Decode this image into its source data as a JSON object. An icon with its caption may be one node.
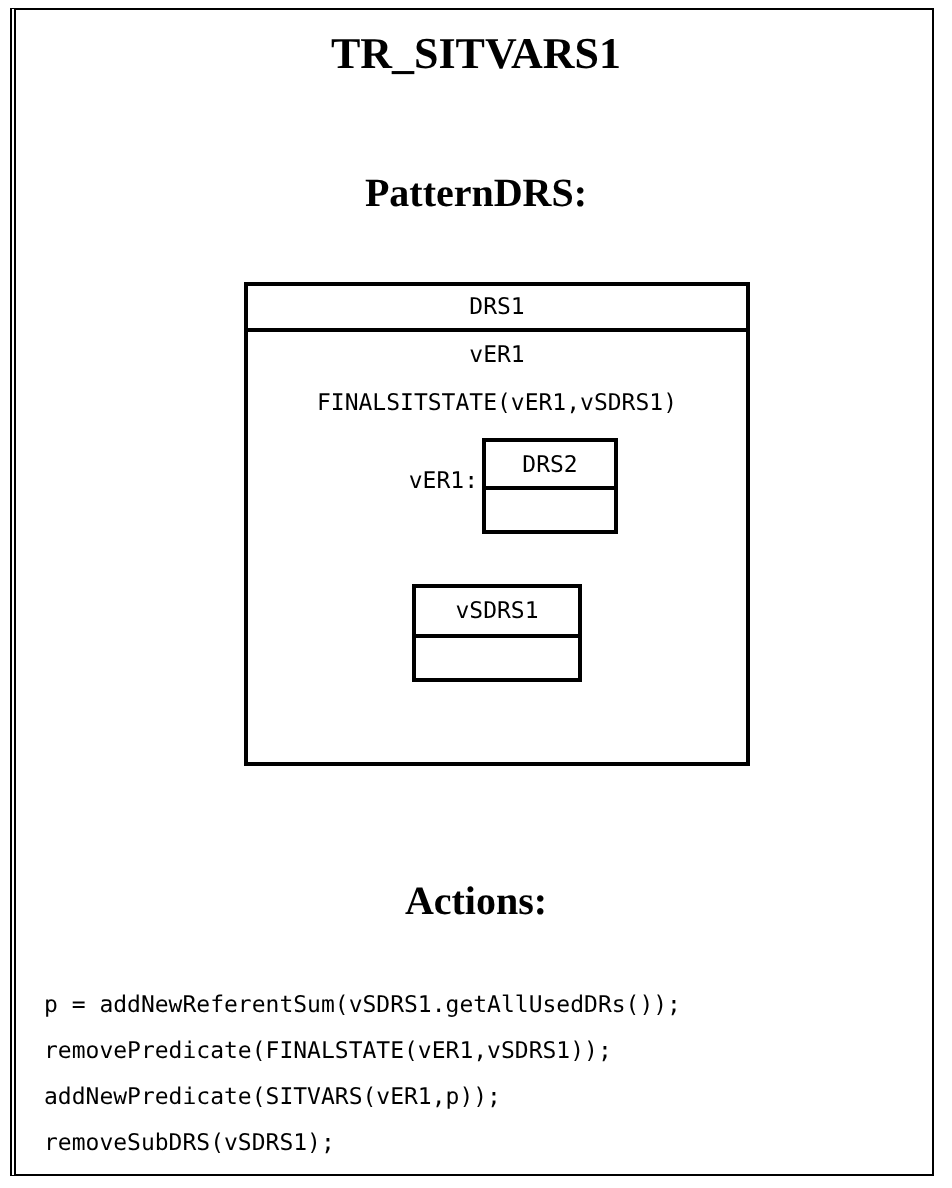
{
  "diagram": {
    "title": "TR_SITVARS1",
    "nodes": [
      {
        "text": [
          "DRS1",
          "vER1",
          "FINALSITSTATE(vER1,vSDRS1)"
        ]
      },
      {
        "text": [
          "DRS2"
        ],
        "in": 0,
        "beside": [
          "vER1:"
        ]
      },
      {
        "text": [
          "vSDRS1"
        ],
        "in": 0
      }
    ],
    "edges": [],
    "labels": [
      "PatternDRS:",
      "Actions:",
      "p = addNewReferentSum(vSDRS1.getAllUsedDRs());",
      "removePredicate(FINALSTATE(vER1,vSDRS1));",
      "addNewPredicate(SITVARS(vER1,p));",
      "removeSubDRS(vSDRS1);"
    ]
  }
}
